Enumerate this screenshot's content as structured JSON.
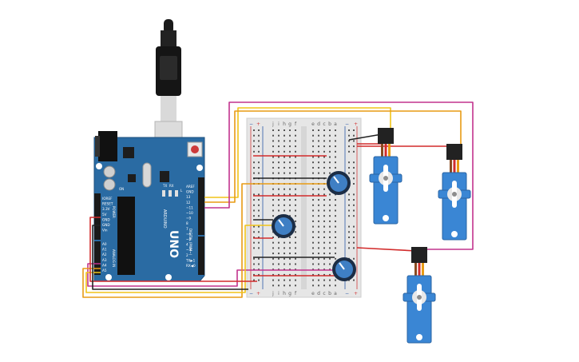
{
  "arduino": {
    "model": "UNO",
    "brand": "ARDUINO",
    "on_label": "ON",
    "tx_label": "TX",
    "rx_label": "RX",
    "l_label": "L",
    "digital_label": "DIGITAL (PWM~)",
    "analog_label": "ANALOG IN",
    "power_label": "POWER",
    "digital_pins": [
      "AREF",
      "GND",
      "13",
      "12",
      "~11",
      "~10",
      "~9",
      "8",
      "7",
      "~6",
      "~5",
      "4",
      "~3",
      "2",
      "TX▶1",
      "RX◀0"
    ],
    "power_pins": [
      "IOREF",
      "RESET",
      "3.3V",
      "5V",
      "GND",
      "GND",
      "Vin"
    ],
    "analog_pins": [
      "A0",
      "A1",
      "A2",
      "A3",
      "A4",
      "A5"
    ]
  },
  "breadboard": {
    "column_letters_left": [
      "j",
      "i",
      "h",
      "g",
      "f"
    ],
    "column_letters_right": [
      "e",
      "d",
      "c",
      "b",
      "a"
    ],
    "plus_label": "+",
    "minus_label": "−"
  },
  "colors": {
    "board_blue": "#2a6ba3",
    "board_blue_dark": "#1e4f7c",
    "breadboard": "#e6e6e6",
    "rail_red": "#d33b3b",
    "rail_blue": "#2e5aa8",
    "wire_red": "#d22b2b",
    "wire_yellow": "#f0c419",
    "wire_orange": "#e89b14",
    "wire_magenta": "#c2338e",
    "wire_black": "#222222",
    "servo_blue": "#3a86d4",
    "knob_blue": "#3f7fc4"
  }
}
